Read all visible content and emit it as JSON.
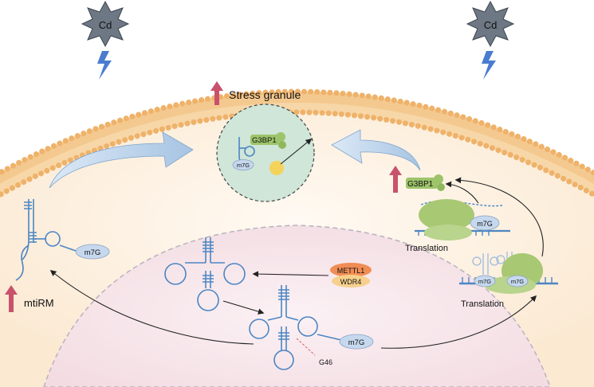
{
  "labels": {
    "cd_left": "Cd",
    "cd_right": "Cd",
    "stress_granule": "Stress granule",
    "g3bp1_granule": "G3BP1",
    "m7g_granule": "m7G",
    "g3bp1_right": "G3BP1",
    "m7g_left": "m7G",
    "m7g_translation_top": "m7G",
    "translation_top": "Translation",
    "m7g_ribo_a": "m7G",
    "m7g_ribo_b": "m7G",
    "translation_bottom": "Translation",
    "mtirm": "mtiRM",
    "mettl1": "METTL1",
    "wdr4": "WDR4",
    "m7g_center": "m7G",
    "g46": "G46"
  },
  "colors": {
    "cytoplasm": "#fdf3e6",
    "nucleus": "#f8e6ea",
    "membrane": "#f2c489",
    "granule": "#cfe6d8",
    "g3bp1": "#9dc46a",
    "trna": "#4d86c4",
    "big_arrow": "#a9c6e4",
    "up_arrow": "#c8526b",
    "cd_star": "#6d7884",
    "bolt": "#4a7cd0",
    "mettl1": "#f08d54",
    "wdr4": "#f6d08c",
    "ribosome": "#a8c873",
    "m7g_tag": "#c6d8ee"
  }
}
